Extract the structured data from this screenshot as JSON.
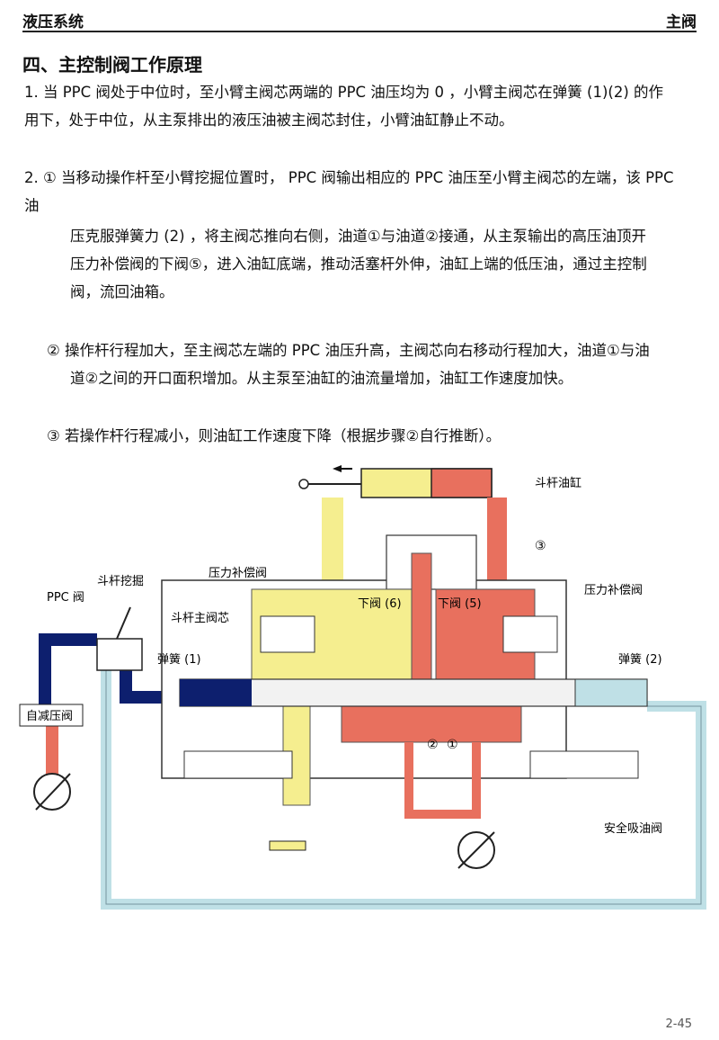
{
  "header": {
    "left": "液压系统",
    "right": "主阀"
  },
  "section_title": "四、主控制阀工作原理",
  "paragraphs": {
    "p1_line1": "1.  当 PPC 阀处于中位时，至小臂主阀芯两端的 PPC 油压均为 0 ，小臂主阀芯在弹簧 (1)(2) 的作",
    "p1_line2": "用下，处于中位，从主泵排出的液压油被主阀芯封住，小臂油缸静止不动。",
    "p2_line1": "2.  ① 当移动操作杆至小臂挖掘位置时， PPC 阀输出相应的 PPC 油压至小臂主阀芯的左端，该 PPC",
    "p2_line2": "油",
    "p2_line3": "压克服弹簧力 (2) ，将主阀芯推向右侧，油道①与油道②接通，从主泵输出的高压油顶开",
    "p2_line4": "压力补偿阀的下阀⑤，进入油缸底端，推动活塞杆外伸，油缸上端的低压油，通过主控制",
    "p2_line5": "阀，流回油箱。",
    "p3_line1": "② 操作杆行程加大，至主阀芯左端的 PPC 油压升高，主阀芯向右移动行程加大，油道①与油",
    "p3_line2": "道②之间的开口面积增加。从主泵至油缸的油流量增加，油缸工作速度加快。",
    "p4_line1": "③ 若操作杆行程减小，则油缸工作速度下降（根据步骤②自行推断）。"
  },
  "diagram": {
    "labels": {
      "cylinder": "斗杆油缸",
      "circle3": "③",
      "ppc_valve": "PPC 阀",
      "bucket_dig": "斗杆挖掘",
      "comp_left": "压力补偿阀",
      "comp_right": "压力补偿阀",
      "spool": "斗杆主阀芯",
      "lower6": "下阀 (6)",
      "lower5": "下阀 (5)",
      "spring1": "弹簧 (1)",
      "spring2": "弹簧 (2)",
      "reducing": "自减压阀",
      "c2": "②",
      "c1": "①",
      "safety": "安全吸油阀"
    },
    "colors": {
      "high_pressure": "#e8705e",
      "low_pressure": "#f5ee8f",
      "pilot": "#0d1f6e",
      "drain": "#bfe0e6"
    }
  },
  "page_number": "2-45"
}
